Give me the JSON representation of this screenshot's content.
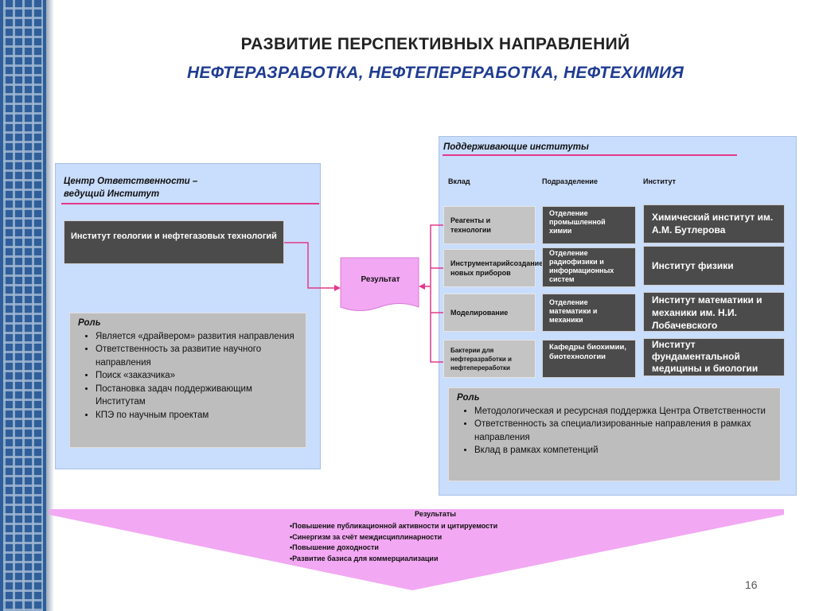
{
  "title": {
    "line1": "РАЗВИТИЕ ПЕРСПЕКТИВНЫХ НАПРАВЛЕНИЙ",
    "line2": "НЕФТЕРАЗРАБОТКА, НЕФТЕПЕРЕРАБОТКА, НЕФТЕХИМИЯ"
  },
  "left_panel": {
    "header_line1": "Центр Ответственности –",
    "header_line2": "ведущий Институт",
    "institute": "Институт геологии и нефтегазовых технологий",
    "role": {
      "title": "Роль",
      "items": [
        "Является «драйвером» развития направления",
        "Ответственность за развитие научного направления",
        "Поиск «заказчика»",
        "Постановка задач поддерживающим Институтам",
        "КПЭ по научным проектам"
      ]
    }
  },
  "result_label": "Результат",
  "right_panel": {
    "header": "Поддерживающие институты",
    "columns": {
      "contribution": "Вклад",
      "division": "Подразделение",
      "institute": "Институт"
    },
    "rows": [
      {
        "contribution": "Реагенты  и технологии",
        "division": "Отделение промышленной химии",
        "institute": "Химический институт им. А.М. Бутлерова"
      },
      {
        "contribution": "Инструментарийсоздание новых приборов",
        "division": "Отделение радиофизики и информационных систем",
        "institute": "Институт физики"
      },
      {
        "contribution": "Моделирование",
        "division": "Отделение математики и механики",
        "institute": "Институт математики и механики им. Н.И. Лобачевского"
      },
      {
        "contribution": "Бактерии для нефтеразработки и нефтепереработки",
        "division": "Кафедры биохимии, биотехнологии",
        "institute": "Институт фундаментальной медицины и биологии"
      }
    ],
    "role": {
      "title": "Роль",
      "items": [
        "Методологическая и ресурсная поддержка Центра Ответственности",
        "Ответственность за специализированные направления в рамках направления",
        "Вклад в рамках компетенций"
      ]
    }
  },
  "results": {
    "title": "Результаты",
    "items": [
      "•Повышение публикационной активности и цитируемости",
      "•Синергизм за счёт междисциплинарности",
      "•Повышение доходности",
      "•Развитие базиса для коммерциализации"
    ]
  },
  "page_number": "16",
  "colors": {
    "panel": "#c9ddfc",
    "dark_box": "#4b4b4b",
    "light_box": "#c4c4c4",
    "accent_line": "#e4388b",
    "result_shape": "#f2a8f2",
    "title_blue": "#1f3c91"
  }
}
